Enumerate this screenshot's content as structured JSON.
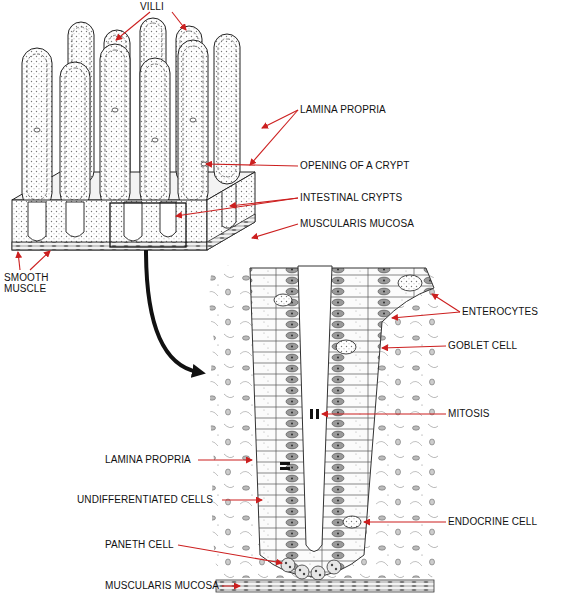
{
  "diagram": {
    "labels": [
      "VILLI",
      "LAMINA PROPRIA",
      "OPENING OF A CRYPT",
      "INTESTINAL CRYPTS",
      "MUSCULARIS MUCOSA",
      "SMOOTH MUSCLE",
      "ENTEROCYTES",
      "GOBLET CELL",
      "MITOSIS",
      "LAMINA PROPRIA",
      "UNDIFFERENTIATED CELLS",
      "ENDOCRINE CELL",
      "PANETH CELL",
      "MUSCULARIS MUCOSA"
    ]
  }
}
